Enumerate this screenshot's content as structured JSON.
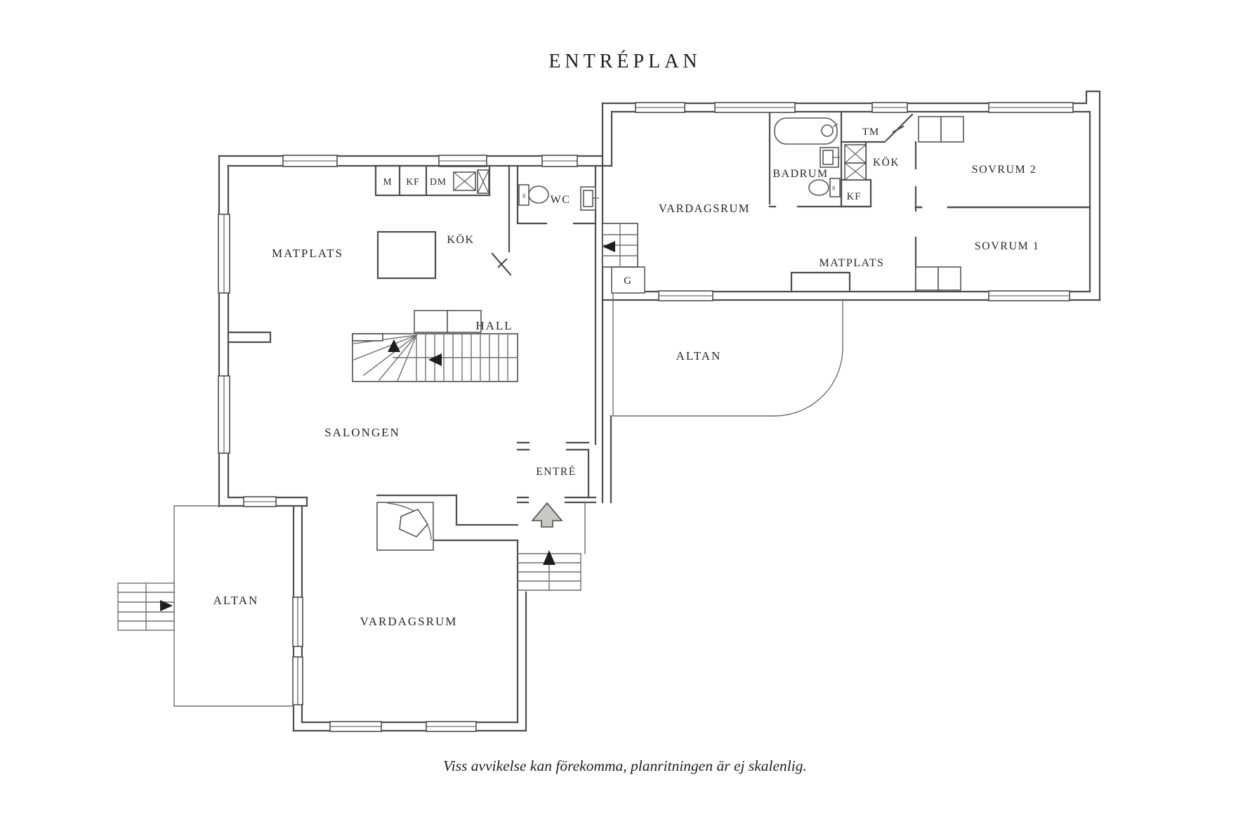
{
  "title": "ENTRÉPLAN",
  "caption": "Viss avvikelse kan förekomma, planritningen är ej skalenlig.",
  "colors": {
    "background": "#ffffff",
    "wall_line": "#4d4d4d",
    "text": "#26262e",
    "entrance_arrow_fill": "#c9c9c3",
    "direction_arrow": "#1d1d1d"
  },
  "labels": [
    {
      "id": "matplats-main",
      "text": "MATPLATS"
    },
    {
      "id": "kok-main",
      "text": "KÖK"
    },
    {
      "id": "appliance-m",
      "text": "M"
    },
    {
      "id": "appliance-kf",
      "text": "KF"
    },
    {
      "id": "appliance-dm",
      "text": "DM"
    },
    {
      "id": "wc",
      "text": "WC"
    },
    {
      "id": "hall",
      "text": "HALL"
    },
    {
      "id": "salongen",
      "text": "SALONGEN"
    },
    {
      "id": "entre",
      "text": "ENTRÉ"
    },
    {
      "id": "garderob",
      "text": "G"
    },
    {
      "id": "vardagsrum-lower",
      "text": "VARDAGSRUM"
    },
    {
      "id": "altan-lower",
      "text": "ALTAN"
    },
    {
      "id": "vardagsrum-upper",
      "text": "VARDAGSRUM"
    },
    {
      "id": "badrum",
      "text": "BADRUM"
    },
    {
      "id": "tvattmaskin",
      "text": "TM"
    },
    {
      "id": "kok-upper",
      "text": "KÖK"
    },
    {
      "id": "kf-upper",
      "text": "KF"
    },
    {
      "id": "sovrum2",
      "text": "SOVRUM 2"
    },
    {
      "id": "sovrum1",
      "text": "SOVRUM 1"
    },
    {
      "id": "matplats-upper",
      "text": "MATPLATS"
    },
    {
      "id": "altan-upper",
      "text": "ALTAN"
    }
  ],
  "arrows": [
    {
      "id": "main-stair-up"
    },
    {
      "id": "main-stair-left"
    },
    {
      "id": "hall-steps-left"
    },
    {
      "id": "altan-steps-right"
    },
    {
      "id": "entrance-steps-up"
    },
    {
      "id": "entrance-door-up"
    }
  ]
}
